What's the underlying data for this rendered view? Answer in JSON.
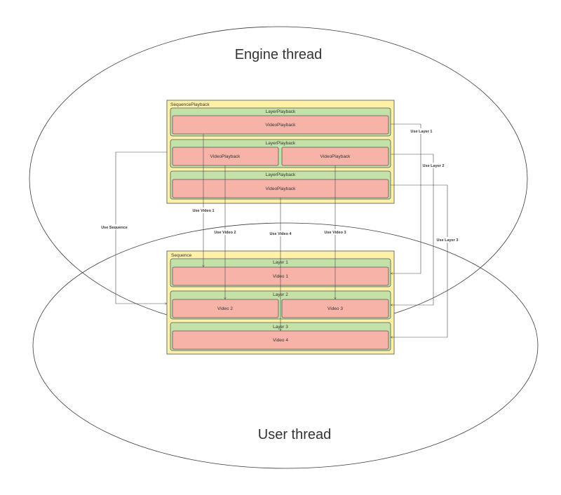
{
  "threads": {
    "engine": "Engine thread",
    "user": "User thread"
  },
  "sequence_playback": {
    "title": "SequencePlayback",
    "layers": [
      {
        "title": "LayerPlayback",
        "videos": [
          "VideoPlayback"
        ]
      },
      {
        "title": "LayerPlayback",
        "videos": [
          "VideoPlayback",
          "VideoPlayback"
        ]
      },
      {
        "title": "LayerPlayback",
        "videos": [
          "VideoPlayback"
        ]
      }
    ]
  },
  "sequence": {
    "title": "Sequence",
    "layers": [
      {
        "title": "Layer 1",
        "videos": [
          "Video 1"
        ]
      },
      {
        "title": "Layer 2",
        "videos": [
          "Video 2",
          "Video 3"
        ]
      },
      {
        "title": "Layer 3",
        "videos": [
          "Video 4"
        ]
      }
    ]
  },
  "connections": {
    "use_sequence": "Use Sequence",
    "use_layer_1": "Use Layer 1",
    "use_layer_2": "Use Layer 2",
    "use_layer_3": "Use Layer 3",
    "use_video_1": "Use Video 1",
    "use_video_2": "Use Video 2",
    "use_video_3": "Use Video 3",
    "use_video_4": "Use Video 4"
  },
  "colors": {
    "container": "#fff1a8",
    "layer": "#c4e2a8",
    "video": "#f8b3a9"
  }
}
